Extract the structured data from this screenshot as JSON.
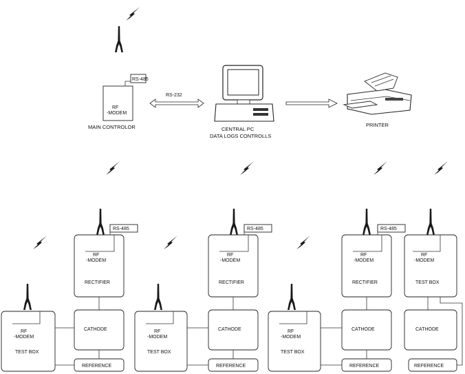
{
  "top": {
    "main_controller": {
      "label": "MAIN CONTROLOR",
      "modem_line1": "RF",
      "modem_line2": "-MODEM",
      "rs485": "RS-485"
    },
    "link_label": "RS-232",
    "central_pc": {
      "line1": "CENTRAL PC",
      "line2": "DATA LOGS CONTROLLS"
    },
    "printer": {
      "label": "PRINTER"
    }
  },
  "bottom": {
    "testbox_groups": [
      {
        "modem_line1": "RF",
        "modem_line2": "-MODEM",
        "label": "TEST BOX"
      },
      {
        "modem_line1": "RF",
        "modem_line2": "-MODEM",
        "label": "TEST BOX"
      },
      {
        "modem_line1": "RF",
        "modem_line2": "-MODEM",
        "label": "TEST BOX"
      }
    ],
    "rectifier_groups": [
      {
        "modem_line1": "RF",
        "modem_line2": "-MODEM",
        "label": "RECTIFIER",
        "rs485": "RS-485",
        "cathode": "CATHODE",
        "reference": "REFERENCE"
      },
      {
        "modem_line1": "RF",
        "modem_line2": "-MODEM",
        "label": "RECTIFIER",
        "rs485": "RS-485",
        "cathode": "CATHODE",
        "reference": "REFERENCE"
      },
      {
        "modem_line1": "RF",
        "modem_line2": "-MODEM",
        "label": "RECTIFIER",
        "rs485": "RS-485",
        "cathode": "CATHODE",
        "reference": "REFERENCE"
      }
    ],
    "right_group": {
      "modem_line1": "RF",
      "modem_line2": "-MODEM",
      "label": "TEST BOX",
      "cathode": "CATHODE",
      "reference": "REFERENCE"
    }
  }
}
